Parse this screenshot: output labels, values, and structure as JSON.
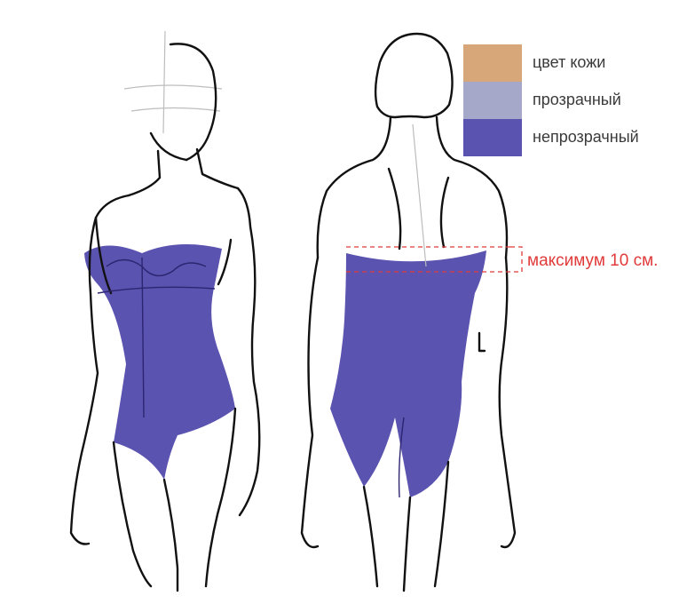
{
  "legend": {
    "items": [
      {
        "label": "цвет кожи",
        "color": "#d7a77a"
      },
      {
        "label": "прозрачный",
        "color": "#a5a8c9"
      },
      {
        "label": "непрозрачный",
        "color": "#5b53b0"
      }
    ]
  },
  "annotation": {
    "label": "максимум 10 см.",
    "color": "#e13a3a"
  },
  "colors": {
    "garment": "#5b53b0",
    "outline": "#111111"
  }
}
